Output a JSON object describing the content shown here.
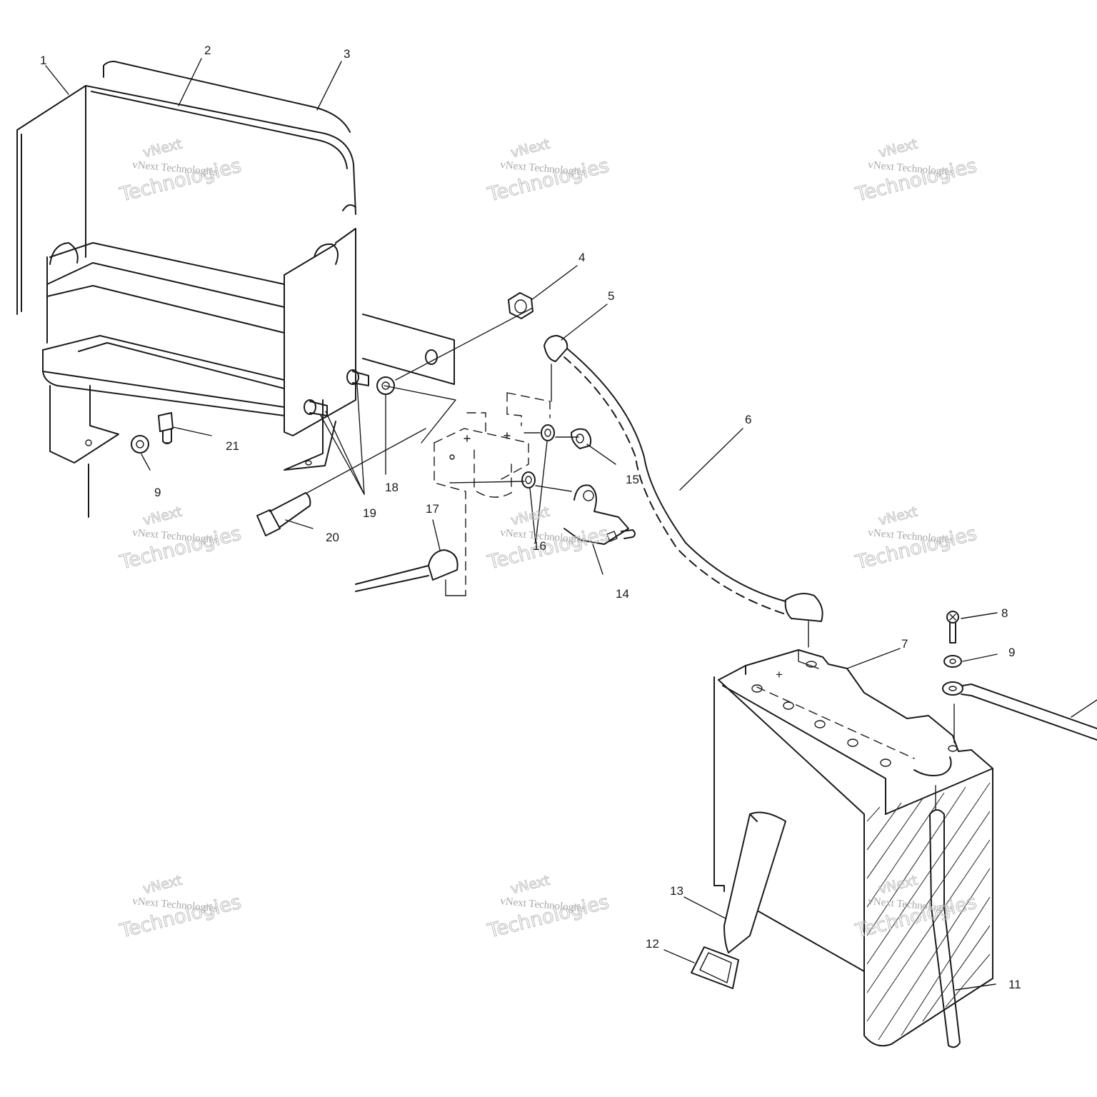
{
  "callouts": [
    {
      "id": "c1",
      "text": "1"
    },
    {
      "id": "c2",
      "text": "2"
    },
    {
      "id": "c3",
      "text": "3"
    },
    {
      "id": "c4",
      "text": "4"
    },
    {
      "id": "c5",
      "text": "5"
    },
    {
      "id": "c6",
      "text": "6"
    },
    {
      "id": "c7",
      "text": "7"
    },
    {
      "id": "c8",
      "text": "8"
    },
    {
      "id": "c9a",
      "text": "9"
    },
    {
      "id": "c9b",
      "text": "9"
    },
    {
      "id": "c11",
      "text": "11"
    },
    {
      "id": "c12",
      "text": "12"
    },
    {
      "id": "c13",
      "text": "13"
    },
    {
      "id": "c14",
      "text": "14"
    },
    {
      "id": "c15",
      "text": "15"
    },
    {
      "id": "c16",
      "text": "16"
    },
    {
      "id": "c17",
      "text": "17"
    },
    {
      "id": "c18",
      "text": "18"
    },
    {
      "id": "c19",
      "text": "19"
    },
    {
      "id": "c20",
      "text": "20"
    },
    {
      "id": "c21",
      "text": "21"
    }
  ],
  "watermark": {
    "line1": "vNext Technologies",
    "line2": "Technologies",
    "line3": "vNext"
  },
  "battery_label": "+"
}
